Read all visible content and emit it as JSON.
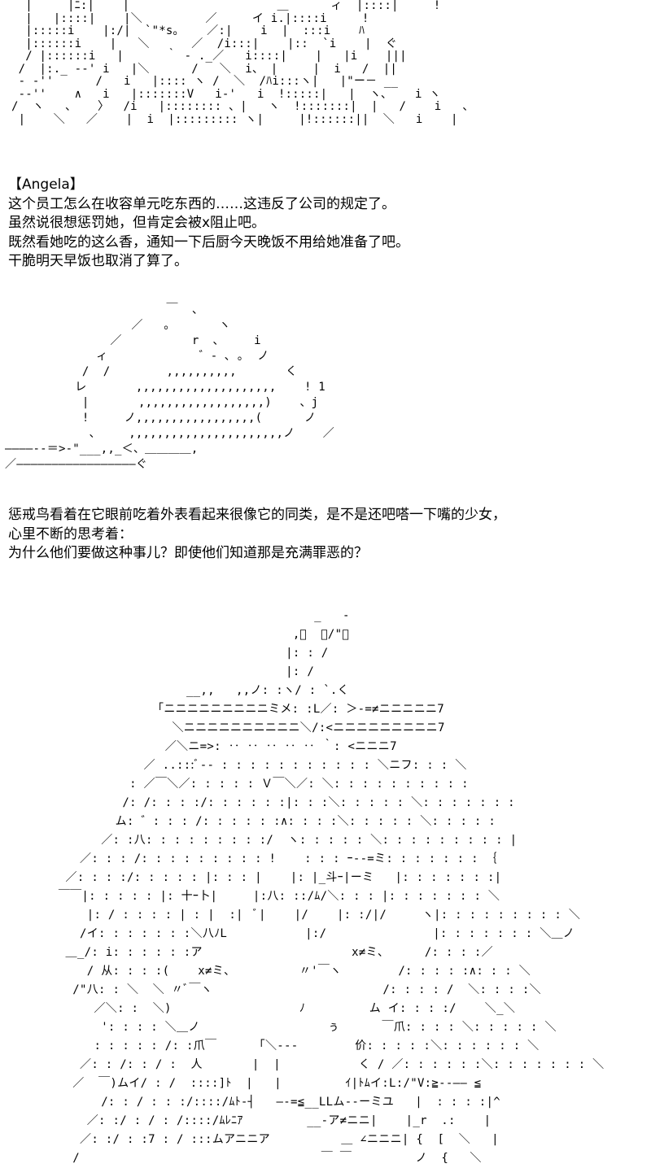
{
  "art": {
    "panel_1": "  |     |ﾆ:|    |                     ＿      ィ  |::::|     !\n  |   |::::|    |＼         ／     イ i.|::::i     !\n  |:::::i    |:/|  `\"*s｡    ／:|    i  |  :::i    ﾊ\n  |::::::i    |   ＼      ／  /i:::|    |::  `i    |  ぐ\n  / |::::::i   |      ｀ ‐ ._／   i::::|    |   |i    |||\n /  |:._ -‐' i   |＼      /   ＼  i、 |     |  i   /  ||\n - ‐''      /   i   |:::: ヽ /  ＼  /ﾊi:::ヽ|   |\"ー－ __\n -‐''    ∧   i   |:::::::V   i-'   i  !:::::|   |  ヽ､    i ヽ\n/  ヽ   、   〉  /i   |:::::::: 、|   ヽ  !:::::::|  |   /    i   、\n |    ＼   ／    |  i  |::::::::: ヽ|     |!::::::||  ＼   i    |",
    "panel_2": "                       ￣  、\n                  ／   ｡       ヽ\n               ／          r  ､     i\n             ィ             ゛‐ ､ ｡  ノ\n           /  /        ,,,,,,,,,,       く\n          レ       ,,,,,,,,,,,,,,,,,,,,    ! 1\n           |       ,,,,,,,,,,,,,,,,,,)    、j\n           !     ノ,,,,,,,,,,,,,,,,,(      ノ\n            、    ,,,,,,,,,,,,,,,,,,,,,,ノ    ／\n――――-‐＝>-\"___,,_＜、＿＿＿＿,\n／―――――――――――――――――ぐ",
    "panel_3": "                                            _   ‐\n                                         ,ﾞ  ﾞ/\"￣\n                                        |: : /\n                                        |: /\n                          __,,   ,,ノ: :ヽ/ : `.く\n                      ｢ニニニニニニニニニミメ: :L／: ＞-=≠ニニニニニ7\n                        ＼ニニニニニニニニニニ＼/:<ニニニニニニニニニ7\n                       ／＼ニ=>: ‥ ‥ ‥ ‥ ‥ ｀: <ニニニ7\n                    ／ ..:::ﾞ‐‐ : : : : : : : : : : : ＼ニフ: : : ＼\n                  : ／￣＼／: : : : : Ｖ￣＼／: ＼: : : : : : : : : :\n                 /: /: : : :/: : : : : :|: : :＼: : : : : ＼: : : : : : :\n                ム: ゛: : : /: : : : : :∧: : : :＼: : : : : ＼: : : : :\n              ／: :八: : : : : : : : :/  ヽ: : : : : ＼: : : : : : : : : |\n           ／: : : /: : : : : : : : : !    : : : ｰ‐-=ミ: : : : : : : ｛\n         ／: : : :/: : : : : |: : : |    |: |_斗ｰ|ーミ   |: : : : : : :|\n        ￣￣|: : : : : |: 十ｰ卜|     |:八: ::/ﾑ/＼: : : |: : : : : : : ＼\n            |: / : : : : | : |  :|  ﾞ|    |/    |: :/|/     ヽ|: : : : : : : : : ＼\n           /イ: : : : : : :＼八ﾉL           |:/               |: : : : : : : ＼＿ノ\n         ＿_/: i: : : : : :ア                     x≠ミ、     /: : : :／\n            / 从: : : :(    x≠ミ、         〃'￣ヽ        /: : : : :∧: : : ＼\n          /\"八: : ＼  ＼ 〃ﾞ￣ヽ                        /: : : : /  ＼: : : :＼\n             ／＼: :  ＼)                  ﾉ         ム イ: : : :/    ＼_＼\n              ': : : : ＼＿ノ                  ぅ      ￣爪: : : : ＼: : : : : ＼\n             : : : : : /: :爪￣      ｢＼-‐‐        价: : : : :＼: : : : : : ＼\n           ／: : /: : / :  人       |  |           く / ／: : : : : :＼: : : : : : : ＼\n          ／  ￣)ムイ/ : /  ::::]ﾄ  |   |         ｲ|ﾄﾑイ:L:/\"V:≧--―― ≦\n              /: : / : : :/::::/ﾑﾄ-┤   ―-=≦__LLム--ーミユ   |  : : : :|^\n            ／: :/ : / : /::::/ﾑﾚﾆｱ         __-ア≠ニニ|    |_r  .:    |\n           ／: :/ : :7 : / :::ムアニニア          ＿ ∠ニニニ| {  [  ＼   |\n          /                                  ￣ ￣         ノ  {   ＼"
  },
  "text_1": {
    "speaker": "【Angela】",
    "line_1": "这个员工怎么在收容单元吃东西的……这违反了公司的规定了。",
    "line_2": "虽然说很想惩罚她，但肯定会被x阻止吧。",
    "line_3": "既然看她吃的这么香，通知一下后厨今天晚饭不用给她准备了吧。",
    "line_4": "干脆明天早饭也取消了算了。"
  },
  "text_2": {
    "line_1": "惩戒鸟看着在它眼前吃着外表看起来很像它的同类，是不是还吧嗒一下嘴的少女，",
    "line_2": "心里不断的思考着：",
    "line_3": "为什么他们要做这种事儿？即使他们知道那是充满罪恶的？"
  }
}
